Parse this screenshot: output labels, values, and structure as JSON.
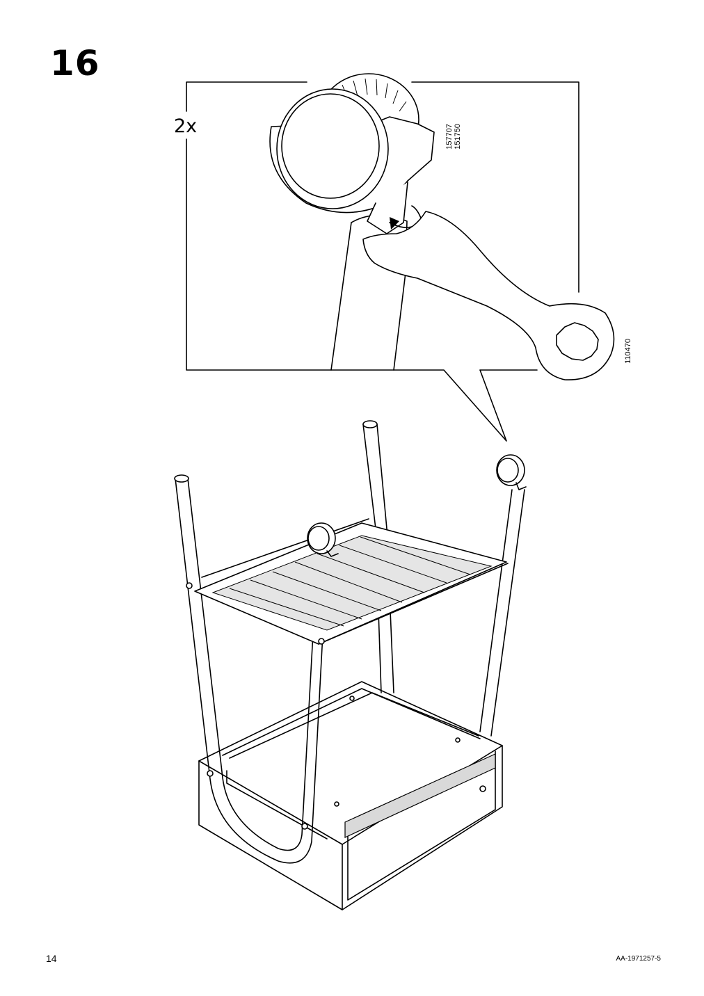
{
  "step": {
    "number": "16"
  },
  "detail": {
    "quantity": "2x",
    "part_numbers": "157707\n151750",
    "tool_number": "110470"
  },
  "footer": {
    "page_number": "14",
    "doc_code": "AA-1971257-5"
  },
  "illustration": {
    "detail_view": "caster-wheel-with-wrench",
    "main_view": "upside-down-cart-with-casters"
  }
}
